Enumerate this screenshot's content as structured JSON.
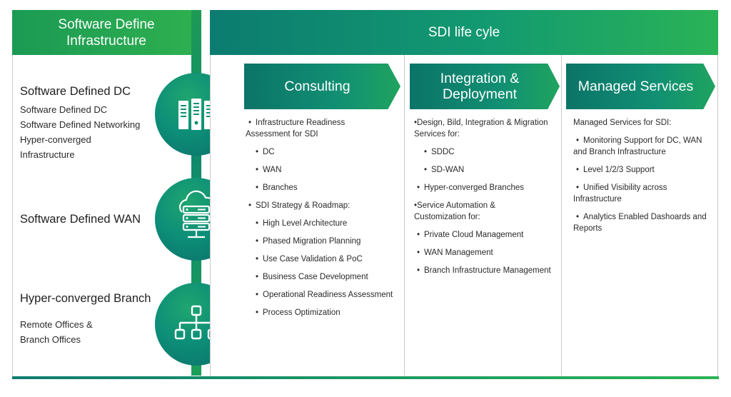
{
  "left_panel": {
    "header": [
      "Software Define",
      "Infrastructure"
    ],
    "categories": [
      {
        "title": "Software Defined DC",
        "items": [
          "Software Defined DC",
          "Software Defined Networking",
          "Hyper-converged",
          "Infrastructure"
        ],
        "icon": "server-rack-icon"
      },
      {
        "title": "Software Defined WAN",
        "items": [],
        "icon": "cloud-server-icon"
      },
      {
        "title": "Hyper-converged Branch",
        "items": [
          "Remote Offices &",
          "Branch Offices"
        ],
        "icon": "hierarchy-network-icon"
      }
    ]
  },
  "right_panel": {
    "header": "SDI life  cyle",
    "columns": [
      {
        "title": [
          "Consulting"
        ],
        "items": [
          {
            "text": "Infrastructure Readiness",
            "level": 1
          },
          {
            "text": "Assessment for SDI",
            "level": 0
          },
          {
            "text": "DC",
            "level": 2
          },
          {
            "text": "WAN",
            "level": 2
          },
          {
            "text": "Branches",
            "level": 2
          },
          {
            "text": "SDI Strategy & Roadmap:",
            "level": 1
          },
          {
            "text": "High Level Architecture",
            "level": 2
          },
          {
            "text": "Phased Migration Planning",
            "level": 2
          },
          {
            "text": "Use Case Validation & PoC",
            "level": 2
          },
          {
            "text": "Business Case Development",
            "level": 2
          },
          {
            "text": "Operational Readiness Assessment",
            "level": 2
          },
          {
            "text": "Process Optimization",
            "level": 2
          }
        ]
      },
      {
        "title": [
          "Integration &",
          "Deployment"
        ],
        "items": [
          {
            "text": "•Design, Bild, Integration & Migration",
            "level": 0
          },
          {
            "text": "Services for:",
            "level": 0
          },
          {
            "text": "SDDC",
            "level": 2
          },
          {
            "text": "SD-WAN",
            "level": 2
          },
          {
            "text": "Hyper-converged Branches",
            "level": 1
          },
          {
            "text": "•Service Automation &",
            "level": 0
          },
          {
            "text": "Customization for:",
            "level": 0
          },
          {
            "text": "Private Cloud Management",
            "level": 1
          },
          {
            "text": "WAN Management",
            "level": 1
          },
          {
            "text": "Branch Infrastructure Management",
            "level": 1
          }
        ]
      },
      {
        "title": [
          "Managed Services"
        ],
        "items": [
          {
            "text": "Managed Services for SDI:",
            "level": 0
          },
          {
            "text": "Monitoring Support for DC, WAN",
            "level": 1
          },
          {
            "text": "and Branch Infrastructure",
            "level": 0
          },
          {
            "text": "Level 1/2/3 Support",
            "level": 1
          },
          {
            "text": "Unified Visibility across",
            "level": 1
          },
          {
            "text": "Infrastructure",
            "level": 0
          },
          {
            "text": "Analytics Enabled Dashoards and",
            "level": 1
          },
          {
            "text": "Reports",
            "level": 0
          }
        ]
      }
    ]
  },
  "colors": {
    "green": "#2fb04f",
    "teal": "#0c7c70",
    "circle": "#0d8f78"
  }
}
